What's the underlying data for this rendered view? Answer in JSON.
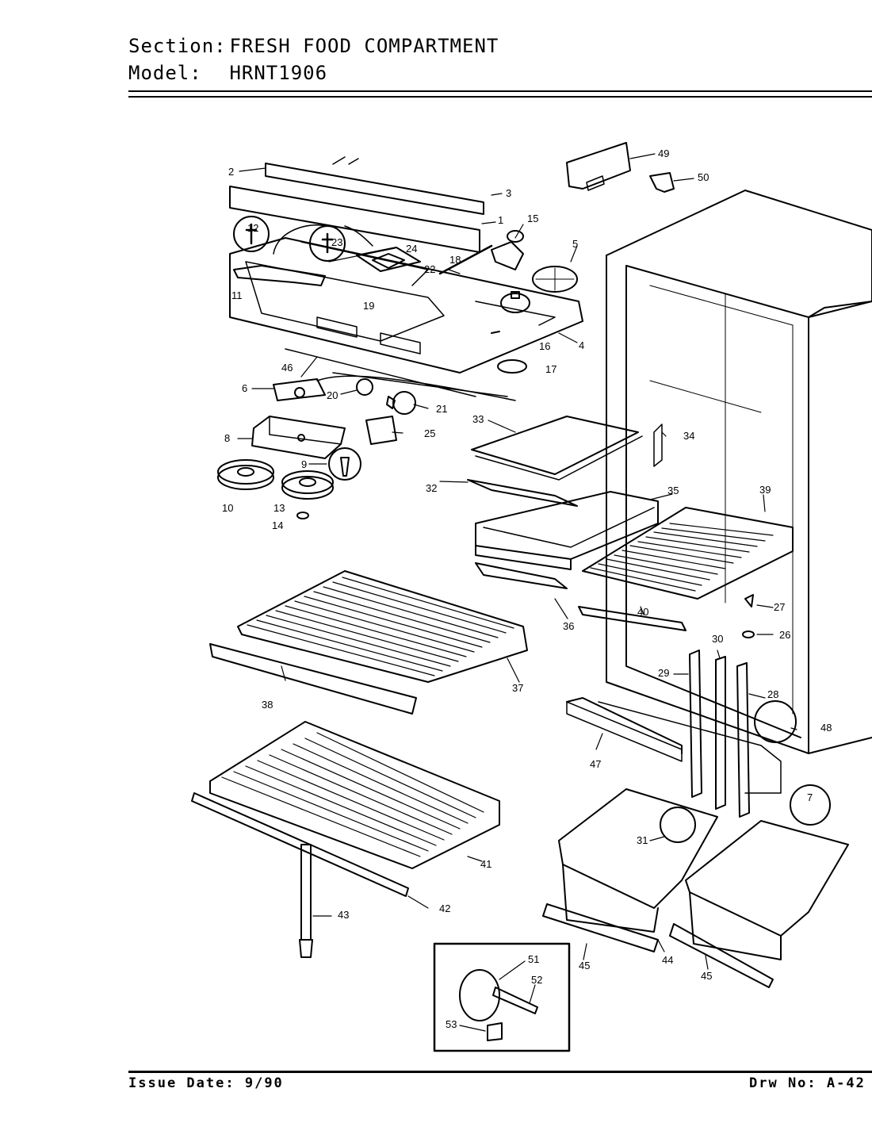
{
  "header": {
    "section_label": "Section:",
    "section_value": "FRESH FOOD COMPARTMENT",
    "model_label": "Model:",
    "model_value": "HRNT1906"
  },
  "footer": {
    "issue_label": "Issue Date:",
    "issue_value": "9/90",
    "drw_label": "Drw No:",
    "drw_value": "A-42"
  },
  "callouts": [
    "1",
    "2",
    "3",
    "4",
    "5",
    "6",
    "7",
    "8",
    "9",
    "10",
    "11",
    "12",
    "13",
    "14",
    "15",
    "16",
    "17",
    "18",
    "19",
    "20",
    "21",
    "22",
    "23",
    "24",
    "25",
    "26",
    "27",
    "28",
    "29",
    "30",
    "31",
    "32",
    "33",
    "34",
    "35",
    "36",
    "37",
    "38",
    "39",
    "40",
    "41",
    "42",
    "43",
    "44",
    "45",
    "45",
    "46",
    "47",
    "48",
    "49",
    "50",
    "51",
    "52",
    "53"
  ]
}
